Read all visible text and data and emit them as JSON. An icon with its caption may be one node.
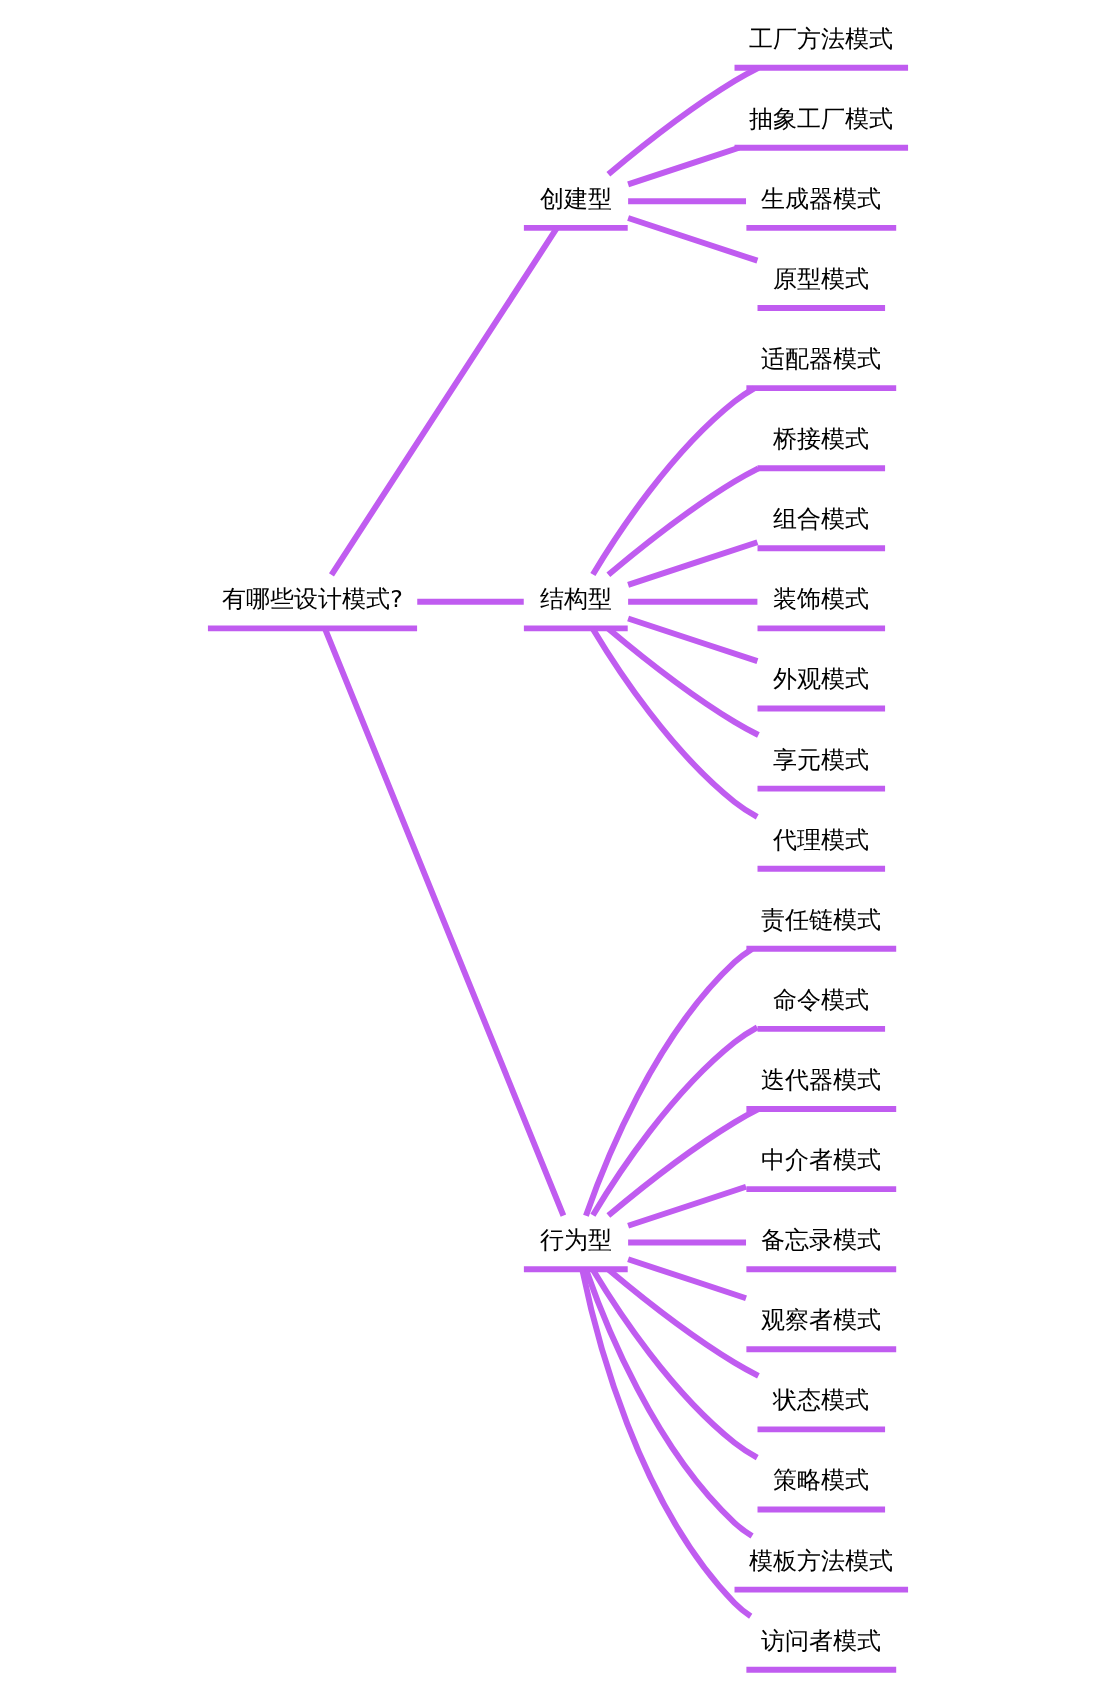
{
  "diagram": {
    "nodes": [
      {
        "text": [
          "有哪些设计模式?"
        ]
      },
      {
        "text": [
          "创建型"
        ]
      },
      {
        "text": [
          "工厂方法模式"
        ]
      },
      {
        "text": [
          "抽象工厂模式"
        ]
      },
      {
        "text": [
          "生成器模式"
        ]
      },
      {
        "text": [
          "原型模式"
        ]
      },
      {
        "text": [
          "结构型"
        ]
      },
      {
        "text": [
          "适配器模式"
        ]
      },
      {
        "text": [
          "桥接模式"
        ]
      },
      {
        "text": [
          "组合模式"
        ]
      },
      {
        "text": [
          "装饰模式"
        ]
      },
      {
        "text": [
          "外观模式"
        ]
      },
      {
        "text": [
          "享元模式"
        ]
      },
      {
        "text": [
          "代理模式"
        ]
      },
      {
        "text": [
          "行为型"
        ]
      },
      {
        "text": [
          "责任链模式"
        ]
      },
      {
        "text": [
          "命令模式"
        ]
      },
      {
        "text": [
          "迭代器模式"
        ]
      },
      {
        "text": [
          "中介者模式"
        ]
      },
      {
        "text": [
          "备忘录模式"
        ]
      },
      {
        "text": [
          "观察者模式"
        ]
      },
      {
        "text": [
          "状态模式"
        ]
      },
      {
        "text": [
          "策略模式"
        ]
      },
      {
        "text": [
          "模板方法模式"
        ]
      },
      {
        "text": [
          "访问者模式"
        ]
      }
    ],
    "edges": [
      {
        "from": 0,
        "to": 1,
        "arrow": "none"
      },
      {
        "from": 1,
        "to": 2,
        "arrow": "none"
      },
      {
        "from": 1,
        "to": 3,
        "arrow": "none"
      },
      {
        "from": 1,
        "to": 4,
        "arrow": "none"
      },
      {
        "from": 1,
        "to": 5,
        "arrow": "none"
      },
      {
        "from": 0,
        "to": 6,
        "arrow": "none"
      },
      {
        "from": 6,
        "to": 7,
        "arrow": "none"
      },
      {
        "from": 6,
        "to": 8,
        "arrow": "none"
      },
      {
        "from": 6,
        "to": 9,
        "arrow": "none"
      },
      {
        "from": 6,
        "to": 10,
        "arrow": "none"
      },
      {
        "from": 6,
        "to": 11,
        "arrow": "none"
      },
      {
        "from": 6,
        "to": 12,
        "arrow": "none"
      },
      {
        "from": 6,
        "to": 13,
        "arrow": "none"
      },
      {
        "from": 0,
        "to": 14,
        "arrow": "none"
      },
      {
        "from": 14,
        "to": 15,
        "arrow": "none"
      },
      {
        "from": 14,
        "to": 16,
        "arrow": "none"
      },
      {
        "from": 14,
        "to": 17,
        "arrow": "none"
      },
      {
        "from": 14,
        "to": 18,
        "arrow": "none"
      },
      {
        "from": 14,
        "to": 19,
        "arrow": "none"
      },
      {
        "from": 14,
        "to": 20,
        "arrow": "none"
      },
      {
        "from": 14,
        "to": 21,
        "arrow": "none"
      },
      {
        "from": 14,
        "to": 22,
        "arrow": "none"
      },
      {
        "from": 14,
        "to": 23,
        "arrow": "none"
      },
      {
        "from": 14,
        "to": 24,
        "arrow": "none"
      }
    ]
  }
}
